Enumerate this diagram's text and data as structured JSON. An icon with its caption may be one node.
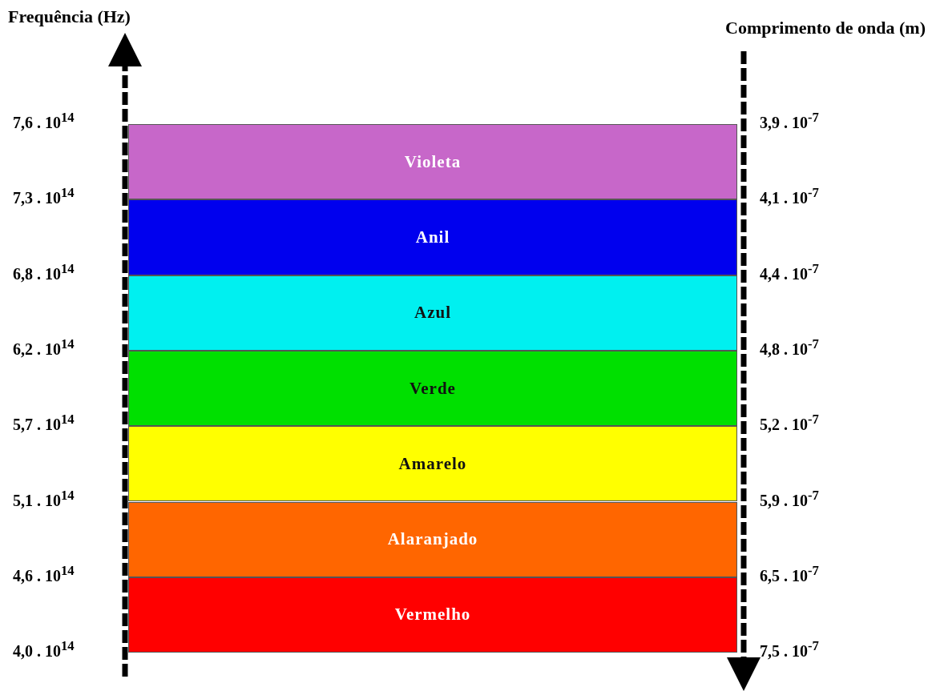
{
  "diagram": {
    "nodes": [
      {
        "text": [
          "Violeta"
        ]
      },
      {
        "text": [
          "Anil"
        ]
      },
      {
        "text": [
          "Azul"
        ]
      },
      {
        "text": [
          "Verde"
        ]
      },
      {
        "text": [
          "Amarelo"
        ]
      },
      {
        "text": [
          "Alaranjado"
        ]
      },
      {
        "text": [
          "Vermelho"
        ]
      }
    ],
    "labels": [
      "Frequência (Hz)",
      "Comprimento de onda (m)",
      "7,6 . 10$^{14}$",
      "3,9 . 10$^{-7}$",
      "7,3 . 10$^{14}$",
      "4,1 . 10$^{-7}$",
      "6,8 . 10$^{14}$",
      "4,4 . 10$^{-7}$",
      "6,2 . 10$^{14}$",
      "4,8 . 10$^{-7}$",
      "5,7 . 10$^{14}$",
      "5,2 . 10$^{-7}$",
      "5,1 . 10$^{14}$",
      "5,9 . 10$^{-7}$",
      "4,6 . 10$^{14}$",
      "6,5 . 10$^{-7}$",
      "4,0 . 10$^{14}$",
      "7,5 . 10$^{-7}$"
    ]
  }
}
